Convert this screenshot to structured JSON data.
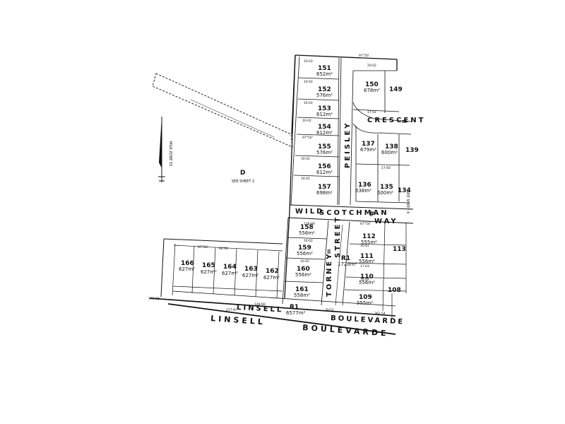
{
  "lots": [
    {
      "num": "151",
      "area": "652m²"
    },
    {
      "num": "152",
      "area": "576m²"
    },
    {
      "num": "153",
      "area": "612m²"
    },
    {
      "num": "154",
      "area": "612m²"
    },
    {
      "num": "155",
      "area": "576m²"
    },
    {
      "num": "156",
      "area": "612m²"
    },
    {
      "num": "157",
      "area": "698m²"
    },
    {
      "num": "150",
      "area": "678m²"
    },
    {
      "num": "149",
      "area": ""
    },
    {
      "num": "137",
      "area": "679m²"
    },
    {
      "num": "138",
      "area": "600m²"
    },
    {
      "num": "139",
      "area": ""
    },
    {
      "num": "136",
      "area": "638m²"
    },
    {
      "num": "135",
      "area": "600m²"
    },
    {
      "num": "134",
      "area": ""
    },
    {
      "num": "158",
      "area": "556m²"
    },
    {
      "num": "159",
      "area": "556m²"
    },
    {
      "num": "160",
      "area": "556m²"
    },
    {
      "num": "161",
      "area": "558m²"
    },
    {
      "num": "112",
      "area": "555m²"
    },
    {
      "num": "113",
      "area": ""
    },
    {
      "num": "111",
      "area": "556m²"
    },
    {
      "num": "110",
      "area": "556m²"
    },
    {
      "num": "109",
      "area": "555m²"
    },
    {
      "num": "108",
      "area": ""
    },
    {
      "num": "166",
      "area": "627m²"
    },
    {
      "num": "165",
      "area": "627m²"
    },
    {
      "num": "164",
      "area": "627m²"
    },
    {
      "num": "163",
      "area": "627m²"
    },
    {
      "num": "162",
      "area": "627m²"
    }
  ],
  "reserves": {
    "r1_top": {
      "label": "R1",
      "area": "1720m²"
    },
    "r1_bottom": {
      "label": "R1",
      "area": "6577m²"
    }
  },
  "parcel_d": {
    "label": "D",
    "note": "SEE SHEET 2"
  },
  "streets": {
    "crescent": "CRESCENT",
    "crescent_suffix": "=",
    "peisley": "PEISLEY",
    "wild": "WILD",
    "scotchman": "SCOTCHMAN",
    "way_sym": "#",
    "way": "WAY",
    "torney": "TORNEY",
    "torney_sym": "=",
    "street": "STREET",
    "linsell_inner": "LINSELL",
    "linsell_outer": "LINSELL",
    "boulevarde_inner": "BOULEVARDE",
    "boulevarde_outer": "BOULEVARDE"
  },
  "north_label": "MGA ZONE 55",
  "see_sheet_right": "SEE SHEET 4"
}
